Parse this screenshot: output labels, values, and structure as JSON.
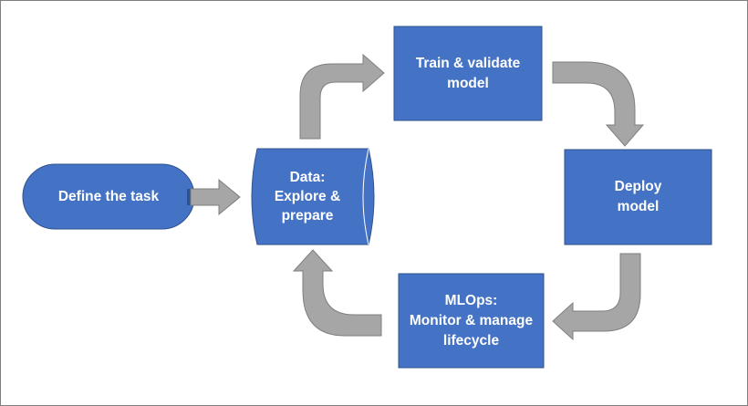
{
  "diagram": {
    "nodes": [
      {
        "id": "define",
        "lines": [
          "Define the task"
        ]
      },
      {
        "id": "data",
        "lines": [
          "Data:",
          "Explore &",
          "prepare"
        ]
      },
      {
        "id": "train",
        "lines": [
          "Train & validate",
          "model"
        ]
      },
      {
        "id": "deploy",
        "lines": [
          "Deploy",
          "model"
        ]
      },
      {
        "id": "mlops",
        "lines": [
          "MLOps:",
          "Monitor & manage",
          "lifecycle"
        ]
      }
    ],
    "edges": [
      {
        "from": "define",
        "to": "data"
      },
      {
        "from": "data",
        "to": "train"
      },
      {
        "from": "train",
        "to": "deploy"
      },
      {
        "from": "deploy",
        "to": "mlops"
      },
      {
        "from": "mlops",
        "to": "data"
      }
    ],
    "colors": {
      "node_fill": "#4472c4",
      "node_stroke": "#2f528f",
      "arrow_fill": "#a6a6a6",
      "arrow_stroke": "#7f7f7f",
      "text": "#ffffff",
      "frame": "#7f7f7f"
    }
  }
}
